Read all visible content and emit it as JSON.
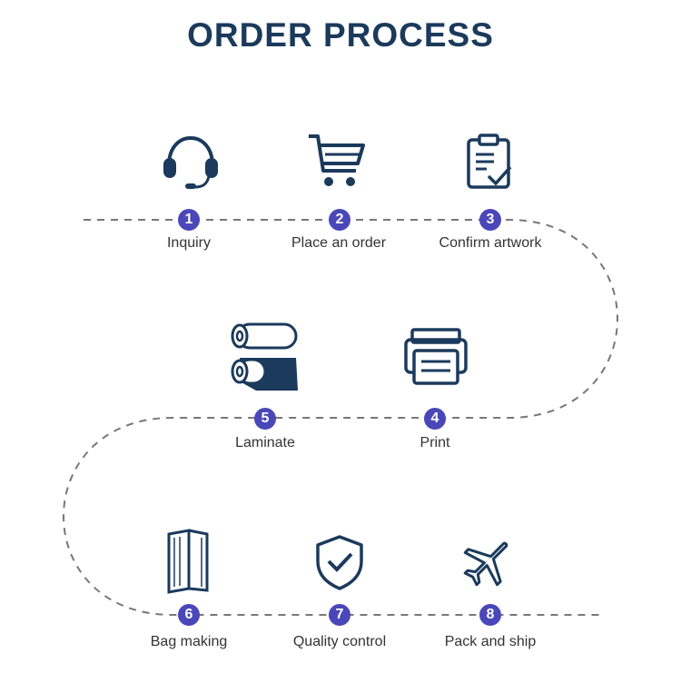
{
  "title": "ORDER PROCESS",
  "colors": {
    "title": "#1b3a5c",
    "icon": "#1b3a5c",
    "badge": "#4a47b8",
    "dash": "#777777",
    "label": "#333333"
  },
  "steps": [
    {
      "number": "1",
      "label": "Inquiry",
      "icon": "headset-icon"
    },
    {
      "number": "2",
      "label": "Place an order",
      "icon": "shopping-cart-icon"
    },
    {
      "number": "3",
      "label": "Confirm artwork",
      "icon": "clipboard-check-icon"
    },
    {
      "number": "4",
      "label": "Print",
      "icon": "printer-icon"
    },
    {
      "number": "5",
      "label": "Laminate",
      "icon": "film-rolls-icon"
    },
    {
      "number": "6",
      "label": "Bag making",
      "icon": "bag-icon"
    },
    {
      "number": "7",
      "label": "Quality control",
      "icon": "shield-check-icon"
    },
    {
      "number": "8",
      "label": "Pack and ship",
      "icon": "airplane-icon"
    }
  ]
}
